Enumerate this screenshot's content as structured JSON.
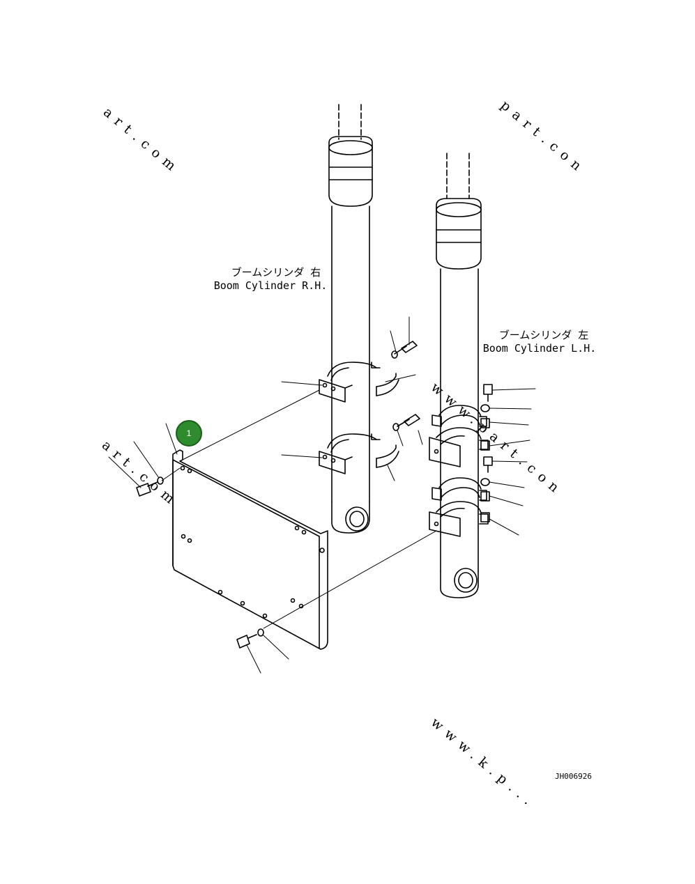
{
  "labels": {
    "rh_jp": "ブームシリンダ 右",
    "rh_en": "Boom Cylinder R.H.",
    "lh_jp": "ブームシリンダ 左",
    "lh_en": "Boom Cylinder L.H."
  },
  "drawing_code": "JH006926",
  "callout": {
    "number": "1",
    "color": "#2e8b2e"
  },
  "watermarks": [
    "art.com",
    "part.con",
    "www.part.con",
    "art.com",
    "www.k.p..."
  ]
}
